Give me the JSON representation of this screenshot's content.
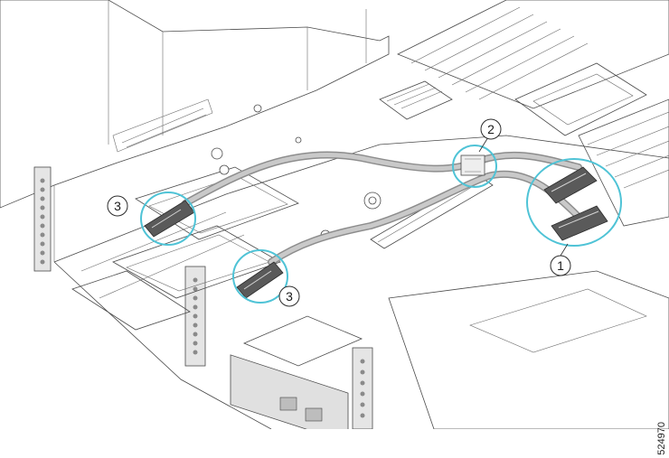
{
  "callouts": {
    "c1": "1",
    "c2": "2",
    "c3a": "3",
    "c3b": "3"
  },
  "figure_number": "524970",
  "colors": {
    "highlight": "#4fc3d6",
    "line": "#4a4a4a",
    "cable": "#9a9a9a",
    "connector": "#555555"
  }
}
